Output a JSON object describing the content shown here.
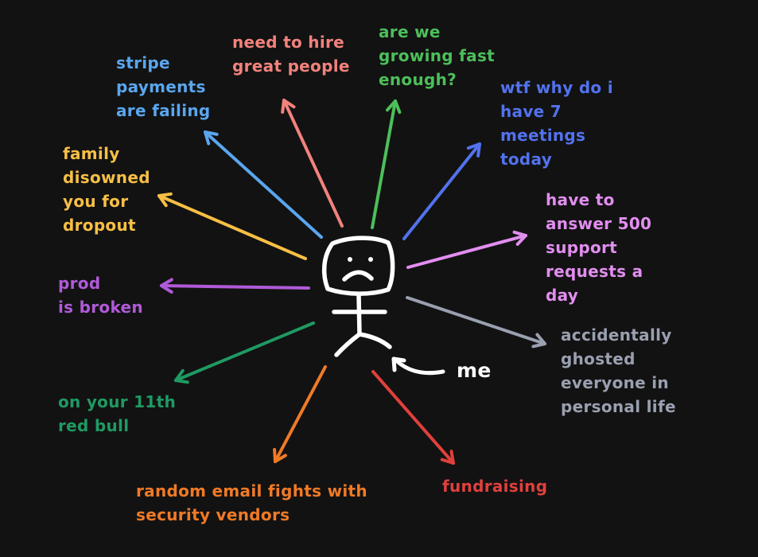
{
  "colors": {
    "background": "#121212",
    "figure": "#ffffff"
  },
  "center_label": "me",
  "stressors": [
    {
      "id": "stripe",
      "lines": [
        "stripe",
        "payments",
        "are failing"
      ],
      "color": "#5aa6ee"
    },
    {
      "id": "hire",
      "lines": [
        "need to hire",
        "great people"
      ],
      "color": "#f2827c"
    },
    {
      "id": "growing",
      "lines": [
        "are we",
        "growing fast",
        "enough?"
      ],
      "color": "#4cbf5a"
    },
    {
      "id": "meetings",
      "lines": [
        "wtf why do i",
        "have 7",
        "meetings",
        "today"
      ],
      "color": "#5272ee"
    },
    {
      "id": "family",
      "lines": [
        "family",
        "disowned",
        "you for",
        "dropout"
      ],
      "color": "#f7bf45"
    },
    {
      "id": "support",
      "lines": [
        "have to",
        "answer 500",
        "support",
        "requests a",
        "day"
      ],
      "color": "#e28ef0"
    },
    {
      "id": "prod",
      "lines": [
        "prod",
        "is broken"
      ],
      "color": "#b05ad8"
    },
    {
      "id": "ghosted",
      "lines": [
        "accidentally",
        "ghosted",
        "everyone in",
        "personal life"
      ],
      "color": "#9aa0b0"
    },
    {
      "id": "redbull",
      "lines": [
        "on your 11th",
        "red bull"
      ],
      "color": "#1f9a62"
    },
    {
      "id": "email",
      "lines": [
        "random email fights with",
        "security vendors"
      ],
      "color": "#f07a26"
    },
    {
      "id": "fundraising",
      "lines": [
        "fundraising"
      ],
      "color": "#e0403c"
    }
  ]
}
